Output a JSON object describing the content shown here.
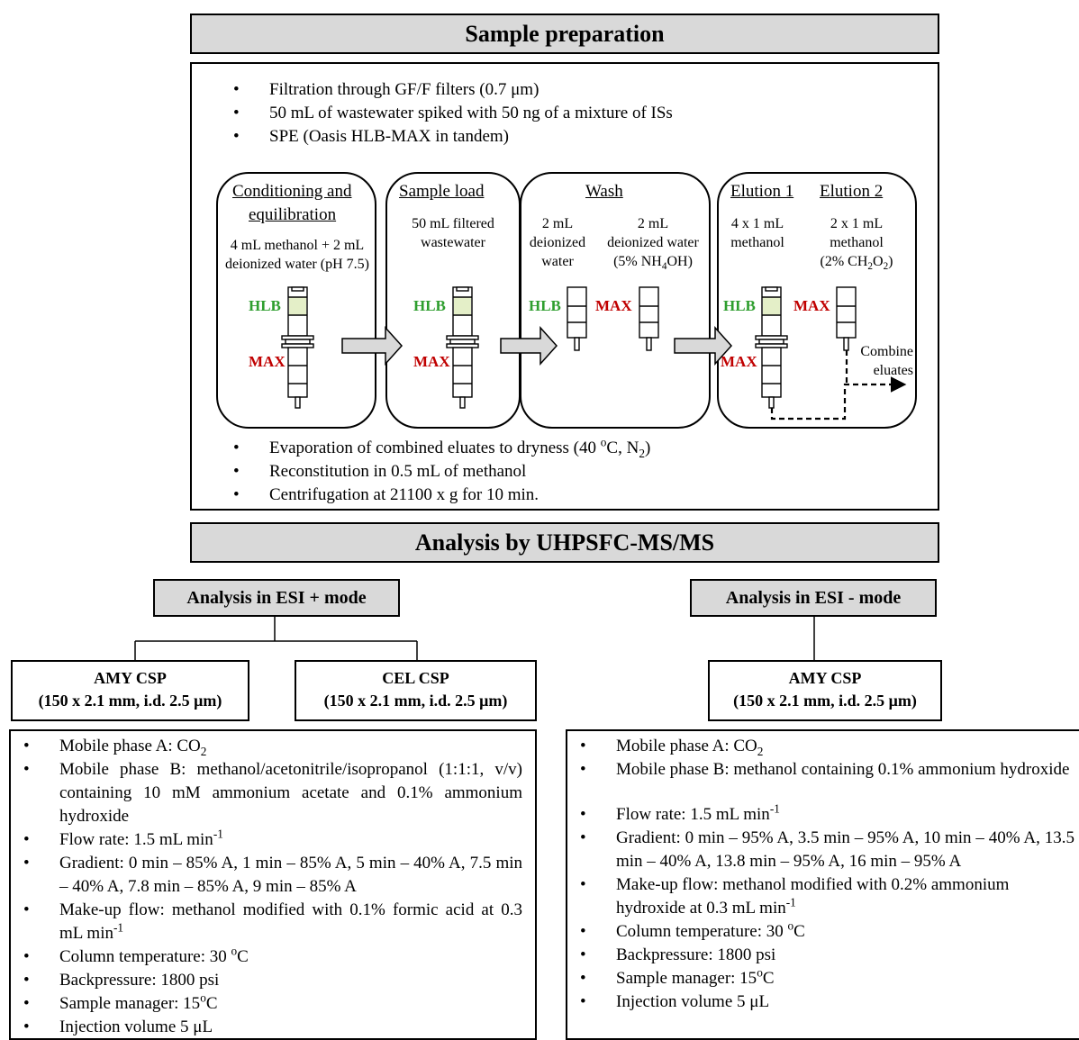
{
  "header_prep": "Sample preparation",
  "prep_top_bullets": [
    "Filtration through GF/F filters (0.7 μm)",
    "50 mL of wastewater spiked with 50 ng of a mixture of ISs",
    "SPE (Oasis HLB-MAX in tandem)"
  ],
  "stages": {
    "cond_title_1": "Conditioning and",
    "cond_title_2": "equilibration",
    "cond_text_1": "4 mL methanol + 2 mL",
    "cond_text_2": "deionized water (pH 7.5)",
    "load_title": "Sample load",
    "load_text_1": "50 mL filtered",
    "load_text_2": "wastewater",
    "wash_title": "Wash",
    "wash_a_1": "2 mL",
    "wash_a_2": "deionized",
    "wash_a_3": "water",
    "wash_b_1": "2 mL",
    "wash_b_2": "deionized water",
    "wash_b_3_pre": "(5% NH",
    "wash_b_3_sub": "4",
    "wash_b_3_post": "OH)",
    "elu1_title": "Elution 1",
    "elu1_1": "4 x 1 mL",
    "elu1_2": "methanol",
    "elu2_title": "Elution 2",
    "elu2_1": "2 x 1 mL",
    "elu2_2": "methanol",
    "elu2_3_pre": "(2% CH",
    "elu2_3_sub1": "2",
    "elu2_3_mid": "O",
    "elu2_3_sub2": "2",
    "elu2_3_post": ")",
    "combine_1": "Combine",
    "combine_2": "eluates"
  },
  "labels": {
    "hlb": "HLB",
    "max": "MAX"
  },
  "prep_bottom": {
    "evap_pre": "Evaporation of combined eluates to dryness (40 ",
    "evap_sup": "o",
    "evap_mid": "C, N",
    "evap_sub": "2",
    "evap_post": ")",
    "recon": "Reconstitution in 0.5 mL of methanol",
    "centri": "Centrifugation at 21100 x g for 10 min."
  },
  "header_analysis": "Analysis by UHPSFC-MS/MS",
  "mode_pos": "Analysis in ESI + mode",
  "mode_neg": "Analysis in ESI - mode",
  "col_amy_1": "AMY CSP",
  "col_amy_2": "(150 x 2.1 mm, i.d. 2.5 μm)",
  "col_cel_1": "CEL CSP",
  "col_cel_2": "(150 x 2.1 mm, i.d. 2.5 μm)",
  "col_amy_neg_1": "AMY CSP",
  "col_amy_neg_2": "(150 x 2.1 mm, i.d. 2.5 μm)",
  "pos": {
    "mpa_pre": "Mobile phase A: CO",
    "mpa_sub": "2",
    "mpb": "Mobile phase B: methanol/acetonitrile/isopropanol (1:1:1, v/v) containing 10 mM ammonium acetate and 0.1% ammonium hydroxide",
    "flow_pre": "Flow rate: 1.5 mL min",
    "flow_sup": "-1",
    "grad": "Gradient: 0 min – 85% A, 1 min – 85% A, 5 min – 40% A, 7.5 min – 40% A, 7.8 min – 85% A, 9 min – 85% A",
    "makeup_pre": "Make-up flow: methanol modified with 0.1% formic acid at 0.3 mL min",
    "makeup_sup": "-1",
    "temp_pre": "Column temperature: 30 ",
    "temp_sup": "o",
    "temp_post": "C",
    "bp": "Backpressure: 1800 psi",
    "sm_pre": "Sample manager: 15",
    "sm_sup": "o",
    "sm_post": "C",
    "inj": "Injection volume 5 μL"
  },
  "neg": {
    "mpa_pre": "Mobile phase A: CO",
    "mpa_sub": "2",
    "mpb": "Mobile phase B: methanol containing 0.1% ammonium hydroxide",
    "flow_pre": "Flow rate: 1.5 mL min",
    "flow_sup": "-1",
    "grad": "Gradient: 0 min – 95% A, 3.5 min – 95% A, 10 min – 40% A, 13.5 min – 40% A, 13.8 min – 95% A, 16 min – 95% A",
    "makeup_pre": "Make-up flow: methanol modified with 0.2% ammonium hydroxide at 0.3 mL min",
    "makeup_sup": "-1",
    "temp_pre": "Column temperature: 30 ",
    "temp_sup": "o",
    "temp_post": "C",
    "bp": "Backpressure: 1800 psi",
    "sm_pre": "Sample manager: 15",
    "sm_sup": "o",
    "sm_post": "C",
    "inj": "Injection volume 5 μL"
  }
}
